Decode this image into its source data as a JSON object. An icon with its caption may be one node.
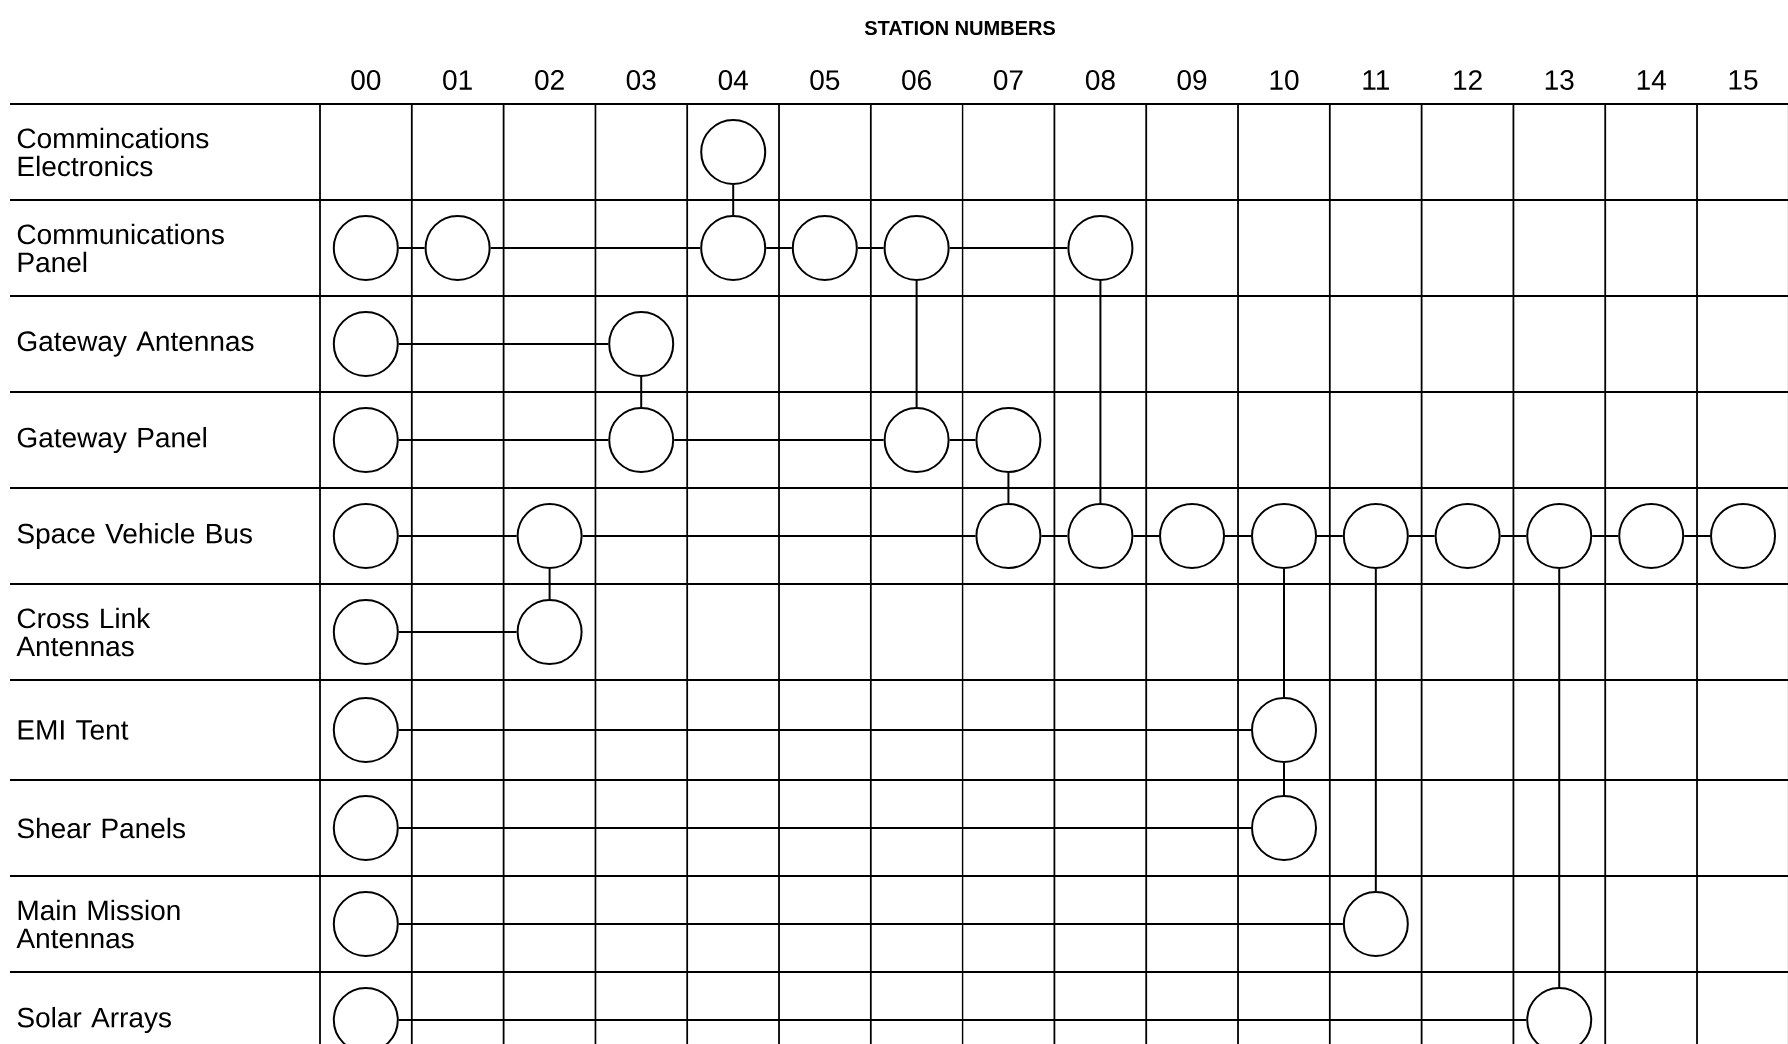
{
  "diagram": {
    "title": "STATION NUMBERS",
    "nodes": [
      {
        "text": [],
        "shape": "circle"
      },
      {
        "text": [],
        "shape": "circle"
      },
      {
        "text": [],
        "shape": "circle"
      },
      {
        "text": [],
        "shape": "circle"
      },
      {
        "text": [],
        "shape": "circle"
      },
      {
        "text": [],
        "shape": "circle"
      },
      {
        "text": [],
        "shape": "circle"
      },
      {
        "text": [],
        "shape": "circle"
      },
      {
        "text": [],
        "shape": "circle"
      },
      {
        "text": [],
        "shape": "circle"
      },
      {
        "text": [],
        "shape": "circle"
      },
      {
        "text": [],
        "shape": "circle"
      },
      {
        "text": [],
        "shape": "circle"
      },
      {
        "text": [],
        "shape": "circle"
      },
      {
        "text": [],
        "shape": "circle"
      },
      {
        "text": [],
        "shape": "circle"
      },
      {
        "text": [],
        "shape": "circle"
      },
      {
        "text": [],
        "shape": "circle"
      },
      {
        "text": [],
        "shape": "circle"
      },
      {
        "text": [],
        "shape": "circle"
      },
      {
        "text": [],
        "shape": "circle"
      },
      {
        "text": [],
        "shape": "circle"
      },
      {
        "text": [],
        "shape": "circle"
      },
      {
        "text": [],
        "shape": "circle"
      },
      {
        "text": [],
        "shape": "circle"
      },
      {
        "text": [],
        "shape": "circle"
      },
      {
        "text": [],
        "shape": "circle"
      },
      {
        "text": [],
        "shape": "circle"
      },
      {
        "text": [],
        "shape": "circle"
      },
      {
        "text": [],
        "shape": "circle"
      },
      {
        "text": [],
        "shape": "circle"
      },
      {
        "text": [],
        "shape": "circle"
      },
      {
        "text": [],
        "shape": "circle"
      },
      {
        "text": [],
        "shape": "circle"
      }
    ],
    "edges": [
      {
        "from": 0,
        "to": 3,
        "arrow": "none"
      },
      {
        "from": 1,
        "to": 2,
        "arrow": "none"
      },
      {
        "from": 2,
        "to": 3,
        "arrow": "none"
      },
      {
        "from": 3,
        "to": 4,
        "arrow": "none"
      },
      {
        "from": 4,
        "to": 5,
        "arrow": "none"
      },
      {
        "from": 5,
        "to": 6,
        "arrow": "none"
      },
      {
        "from": 5,
        "to": 11,
        "arrow": "none"
      },
      {
        "from": 6,
        "to": 16,
        "arrow": "none"
      },
      {
        "from": 7,
        "to": 8,
        "arrow": "none"
      },
      {
        "from": 8,
        "to": 10,
        "arrow": "none"
      },
      {
        "from": 9,
        "to": 10,
        "arrow": "none"
      },
      {
        "from": 10,
        "to": 11,
        "arrow": "none"
      },
      {
        "from": 11,
        "to": 12,
        "arrow": "none"
      },
      {
        "from": 12,
        "to": 15,
        "arrow": "none"
      },
      {
        "from": 13,
        "to": 14,
        "arrow": "none"
      },
      {
        "from": 14,
        "to": 15,
        "arrow": "none"
      },
      {
        "from": 15,
        "to": 16,
        "arrow": "none"
      },
      {
        "from": 16,
        "to": 17,
        "arrow": "none"
      },
      {
        "from": 17,
        "to": 18,
        "arrow": "none"
      },
      {
        "from": 18,
        "to": 19,
        "arrow": "none"
      },
      {
        "from": 19,
        "to": 20,
        "arrow": "none"
      },
      {
        "from": 20,
        "to": 21,
        "arrow": "none"
      },
      {
        "from": 21,
        "to": 22,
        "arrow": "none"
      },
      {
        "from": 22,
        "to": 23,
        "arrow": "none"
      },
      {
        "from": 14,
        "to": 25,
        "arrow": "none"
      },
      {
        "from": 24,
        "to": 25,
        "arrow": "none"
      },
      {
        "from": 18,
        "to": 27,
        "arrow": "none"
      },
      {
        "from": 26,
        "to": 27,
        "arrow": "none"
      },
      {
        "from": 27,
        "to": 29,
        "arrow": "none"
      },
      {
        "from": 28,
        "to": 29,
        "arrow": "none"
      },
      {
        "from": 19,
        "to": 31,
        "arrow": "none"
      },
      {
        "from": 30,
        "to": 31,
        "arrow": "none"
      },
      {
        "from": 21,
        "to": 33,
        "arrow": "none"
      },
      {
        "from": 32,
        "to": 33,
        "arrow": "none"
      }
    ],
    "labels": [
      "00",
      "01",
      "02",
      "03",
      "04",
      "05",
      "06",
      "07",
      "08",
      "09",
      "10",
      "11",
      "12",
      "13",
      "14",
      "15",
      "Commincations Electronics",
      "Communications Panel",
      "Gateway Antennas",
      "Gateway Panel",
      "Space Vehicle Bus",
      "Cross Link Antennas",
      "EMI Tent",
      "Shear Panels",
      "Main Mission Antennas",
      "Solar Arrays"
    ]
  }
}
